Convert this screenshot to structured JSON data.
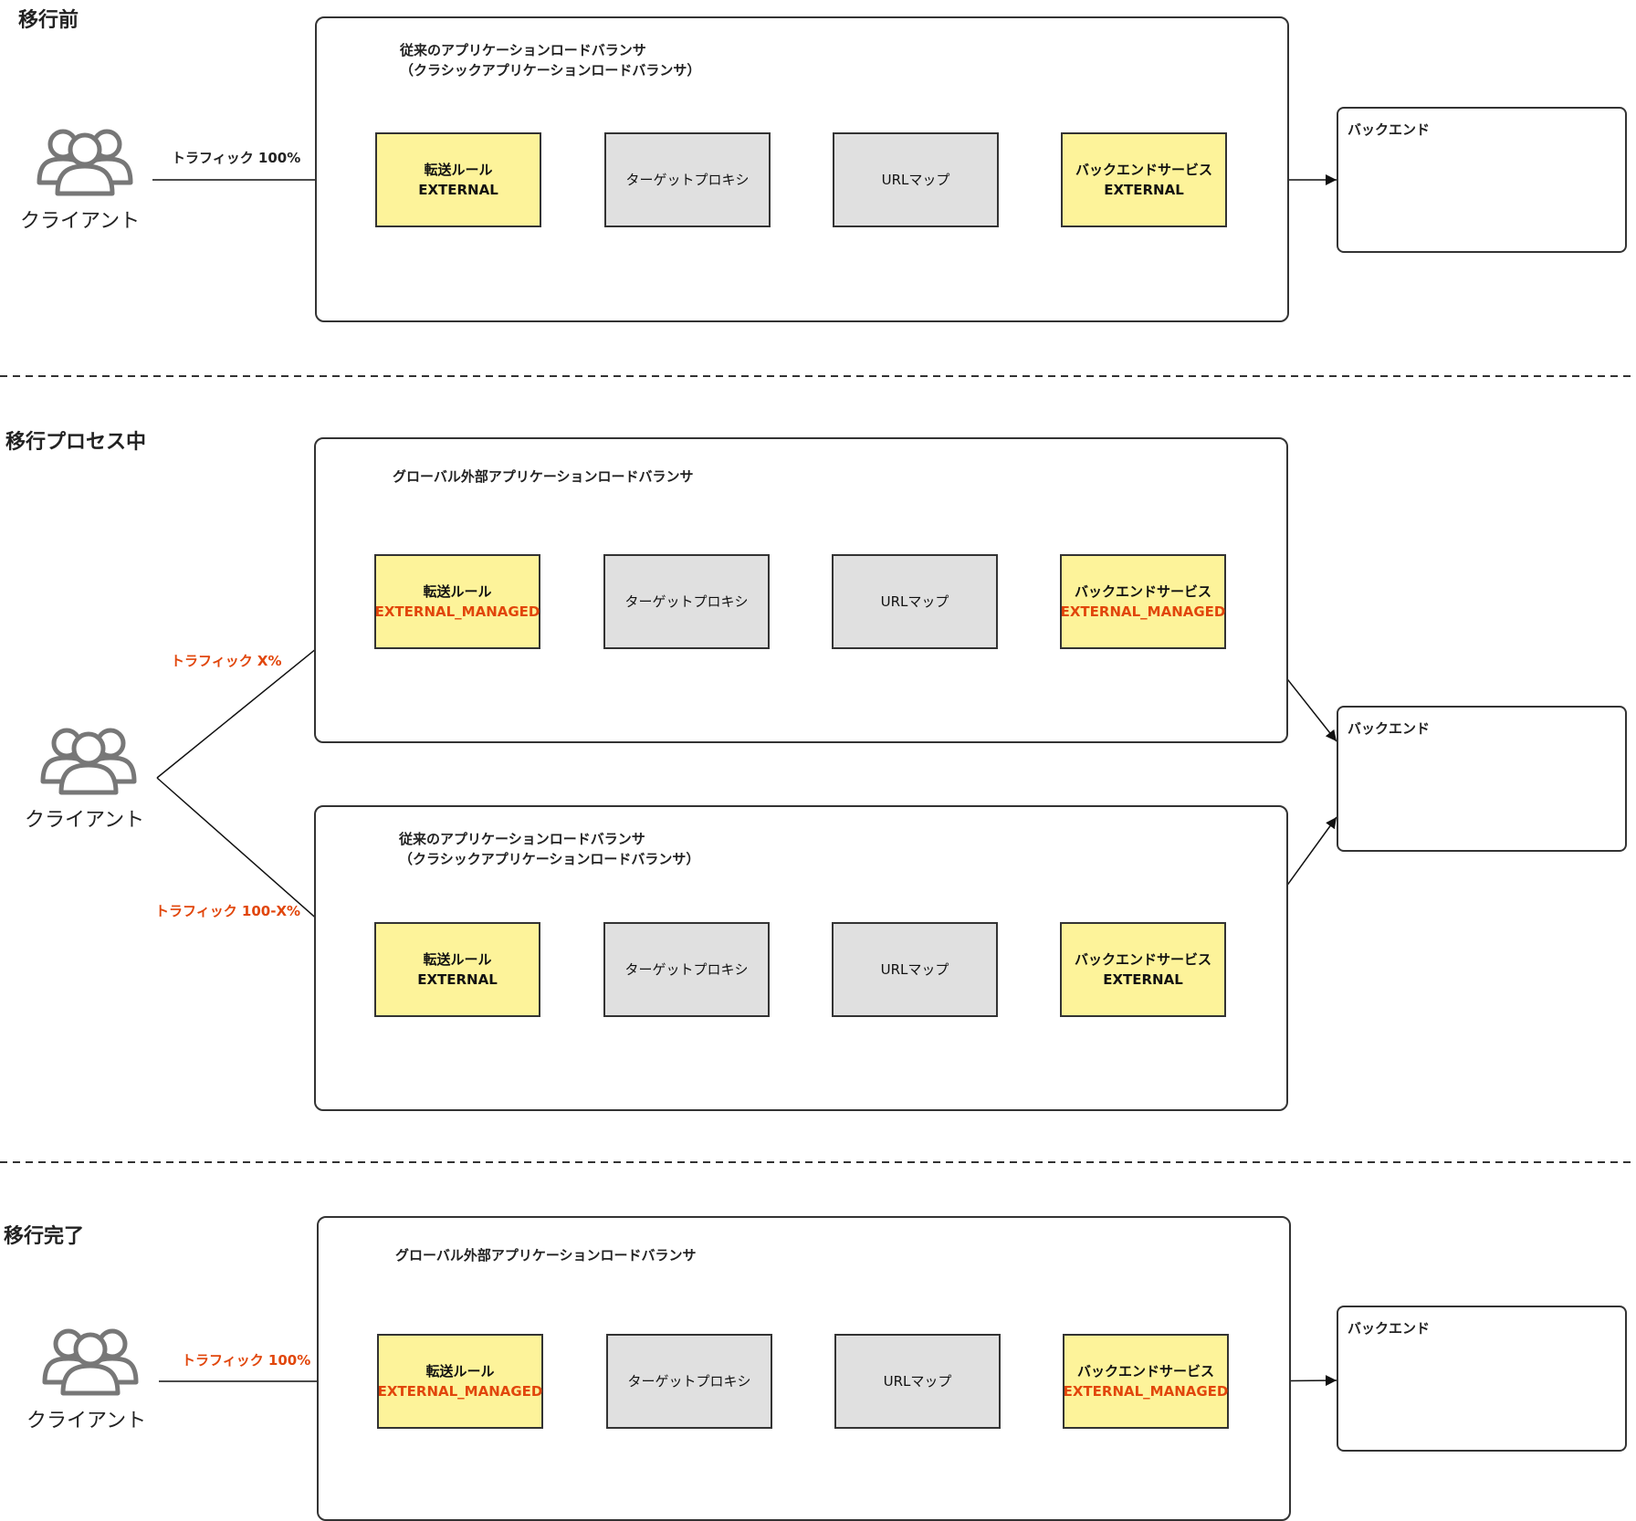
{
  "sections": {
    "before": {
      "title": "移行前"
    },
    "during": {
      "title": "移行プロセス中"
    },
    "after": {
      "title": "移行完了"
    }
  },
  "client_label": "クライアント",
  "lb": {
    "classic_title": "従来のアプリケーションロードバランサ\n（クラシックアプリケーションロードバランサ）",
    "global_title": "グローバル外部アプリケーションロードバランサ"
  },
  "components": {
    "forwarding_rule": "転送ルール",
    "target_proxy": "ターゲットプロキシ",
    "url_map": "URLマップ",
    "backend_service": "バックエンドサービス",
    "scheme_external": "EXTERNAL",
    "scheme_external_managed": "EXTERNAL_MANAGED"
  },
  "backend": {
    "title": "バックエンド",
    "icons": [
      "compute-engine-icon",
      "cloud-run-icon",
      "cloud-functions-icon"
    ]
  },
  "traffic": {
    "before": "トラフィック 100%",
    "during_new": "トラフィック X%",
    "during_old": "トラフィック 100-X%",
    "after": "トラフィック 100%"
  },
  "colors": {
    "accent_orange": "#e1460b",
    "box_yellow": "#fdf39a",
    "box_gray": "#e0e0e0",
    "gcp_blue": "#4285f4",
    "gcp_light_blue": "#aecbfa"
  }
}
